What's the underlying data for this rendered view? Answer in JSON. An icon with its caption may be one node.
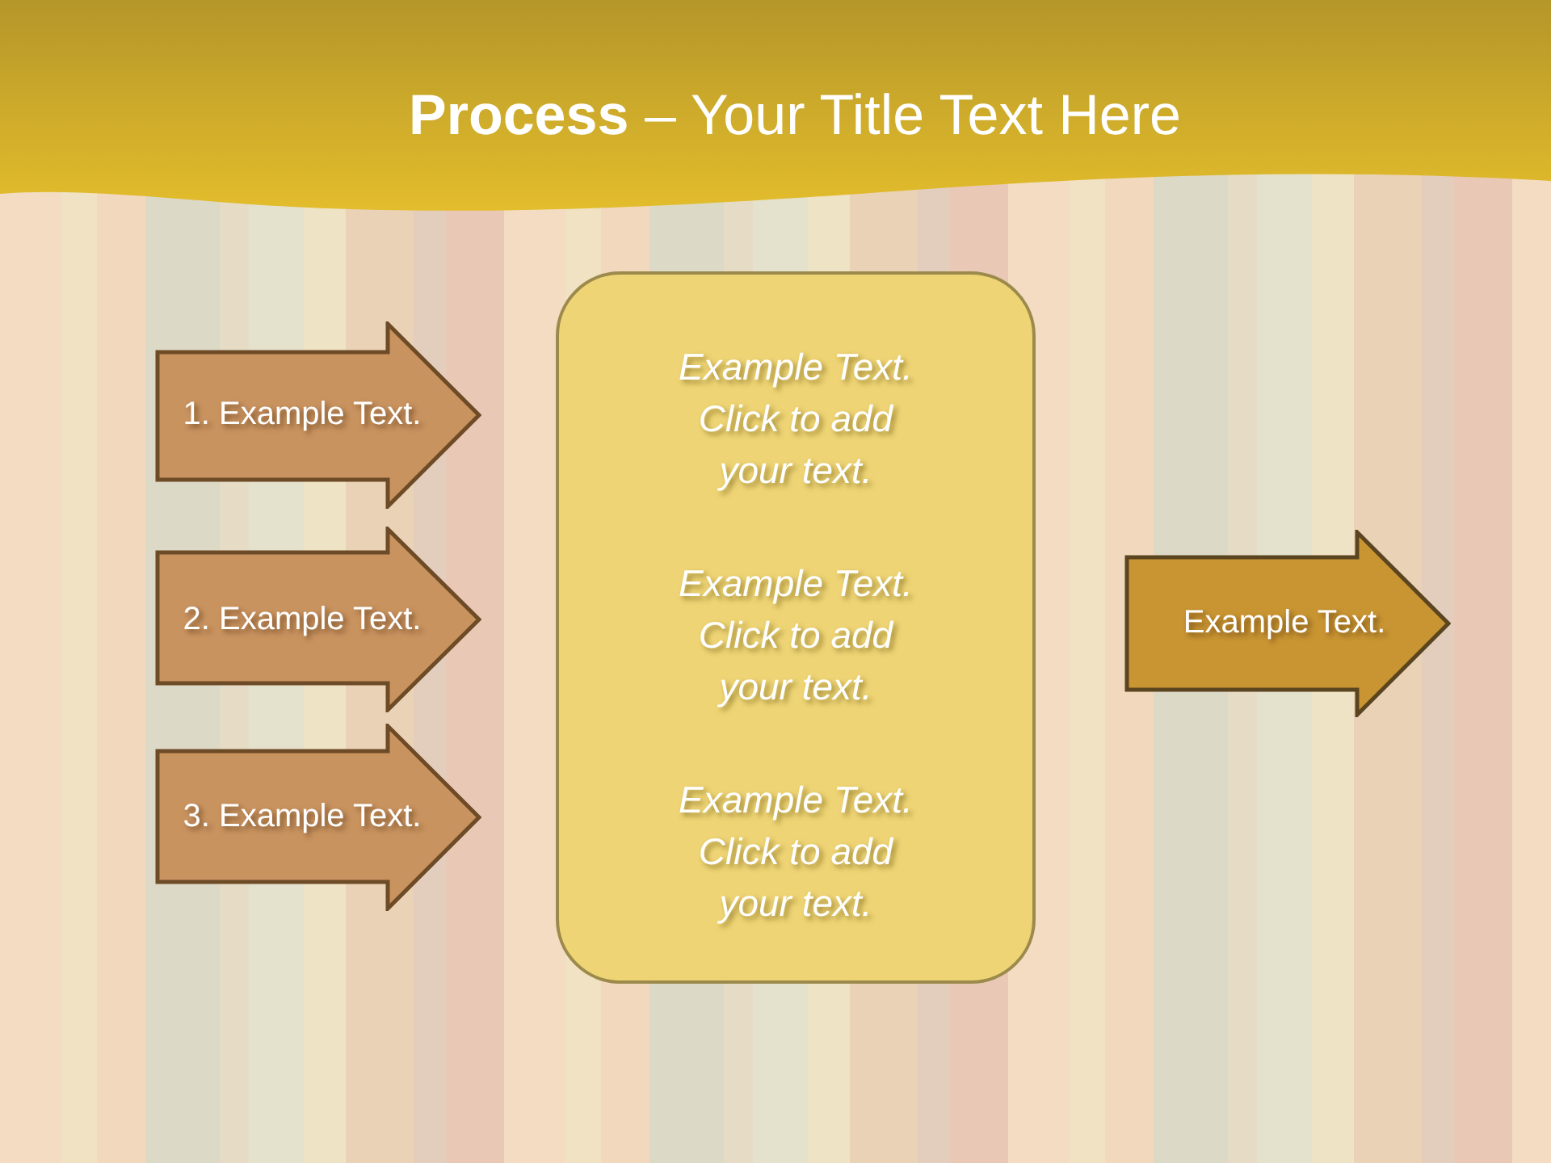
{
  "diagram": {
    "title": "**Process** – Your Title Text Here",
    "nodes": [
      {
        "text": [
          "1. Example Text."
        ]
      },
      {
        "text": [
          "2. Example Text."
        ]
      },
      {
        "text": [
          "3. Example Text."
        ]
      },
      {
        "text": [
          "Example Text. Click to add your text.",
          "Example Text. Click to add your text.",
          "Example Text. Click to add your text."
        ]
      },
      {
        "text": [
          "Example Text."
        ]
      }
    ]
  }
}
